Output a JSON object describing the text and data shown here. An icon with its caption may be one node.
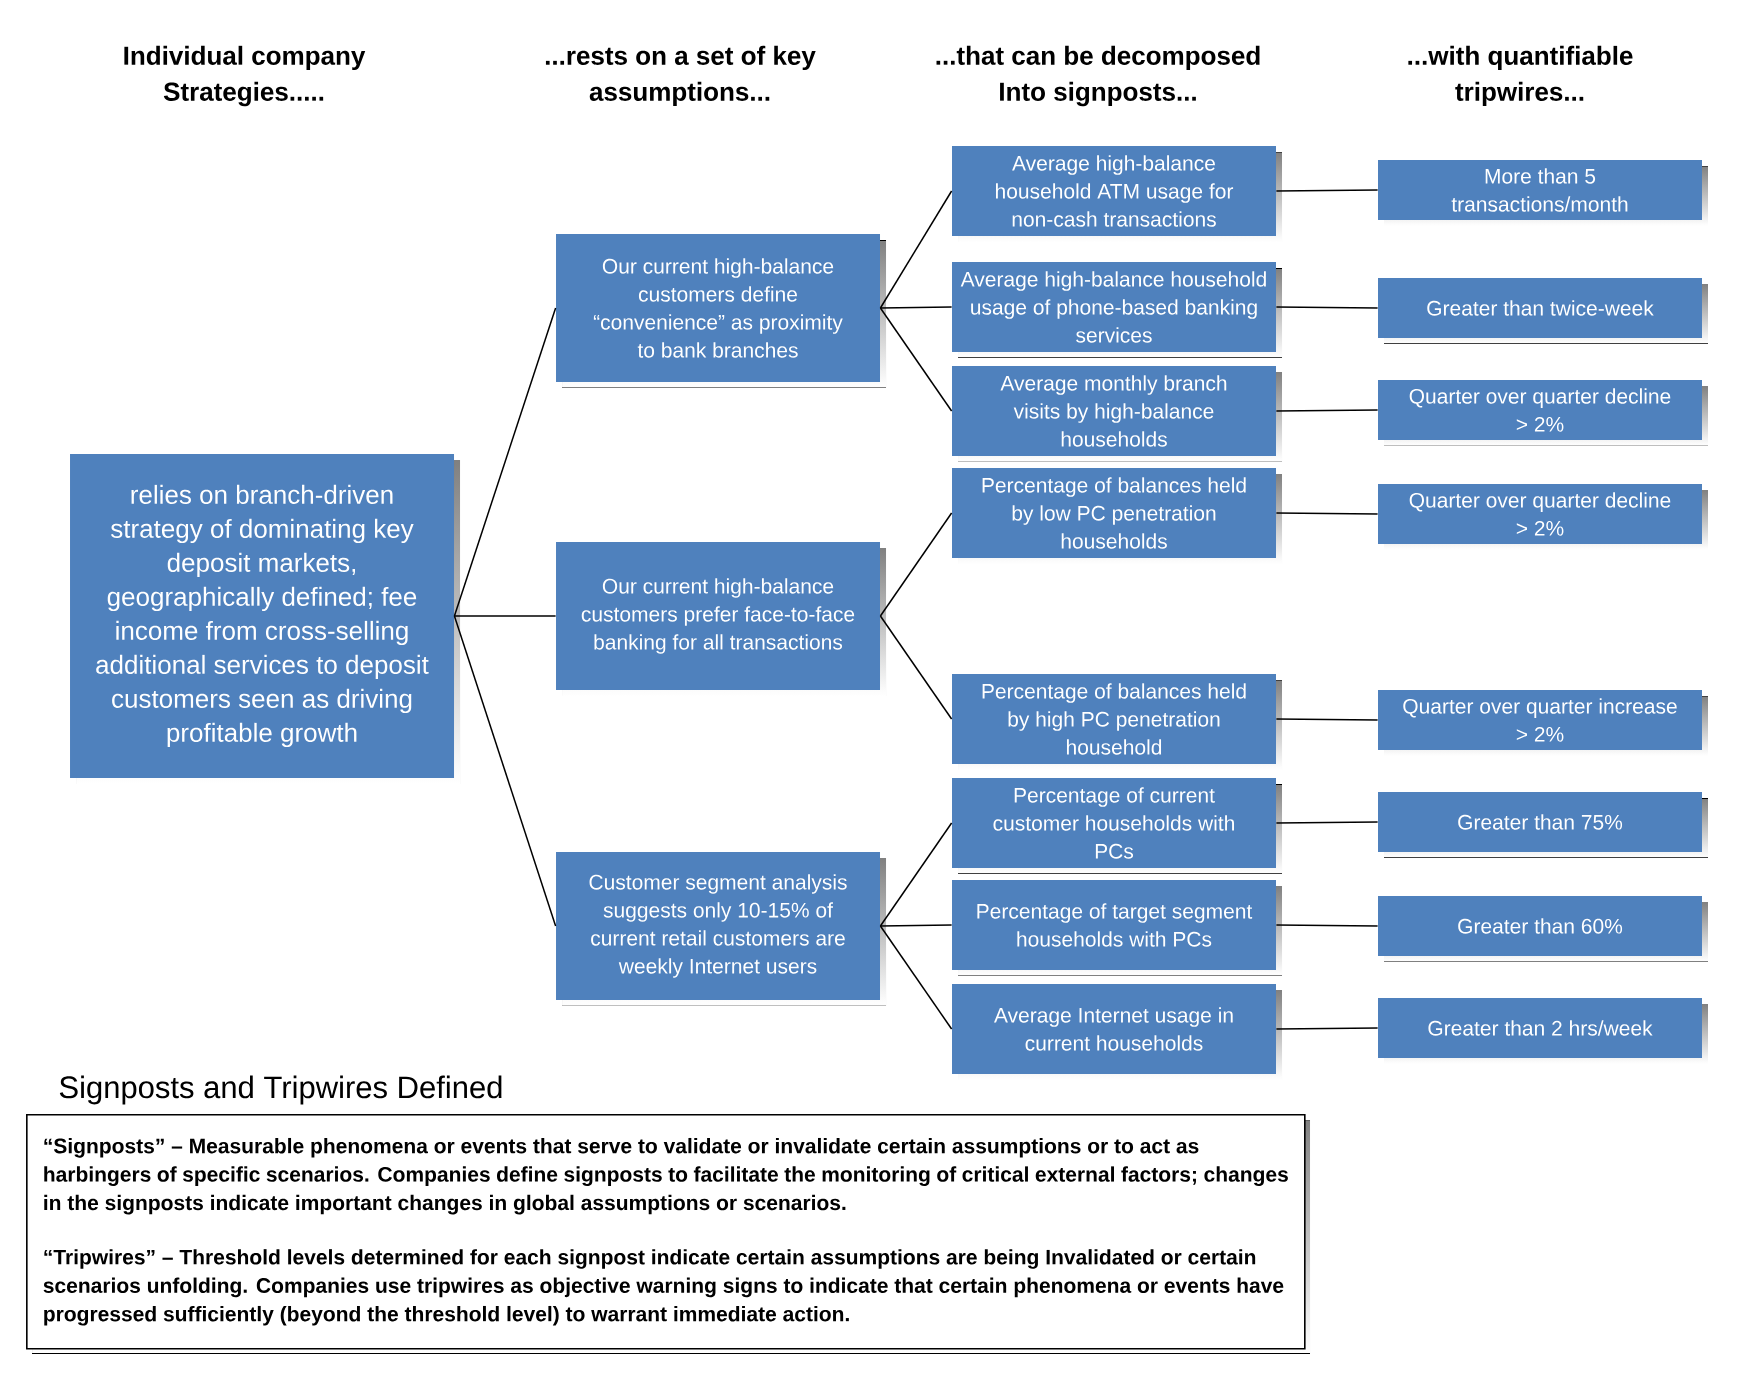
{
  "diagram": {
    "nodes": [
      {
        "text": [
          "relies on branch-driven strategy of dominating key deposit markets, geographically defined; fee income from cross-selling additional services to deposit customers seen as driving profitable growth"
        ]
      },
      {
        "text": [
          "Our current high-balance customers define “convenience” as proximity to bank branches"
        ]
      },
      {
        "text": [
          "Our current high-balance customers prefer face-to-face banking for all transactions"
        ]
      },
      {
        "text": [
          "Customer segment analysis suggests only 10-15% of current retail customers are weekly Internet users"
        ]
      },
      {
        "text": [
          "Average high-balance household ATM usage for non-cash transactions"
        ]
      },
      {
        "text": [
          "Average high-balance household usage of phone-based banking services"
        ]
      },
      {
        "text": [
          "Average monthly branch visits by high-balance households"
        ]
      },
      {
        "text": [
          "Percentage of balances held by low PC penetration households"
        ]
      },
      {
        "text": [
          "Percentage of balances held by high PC penetration household"
        ]
      },
      {
        "text": [
          "Percentage of current customer households with PCs"
        ]
      },
      {
        "text": [
          "Percentage of target segment households with PCs"
        ]
      },
      {
        "text": [
          "Average Internet usage in current households"
        ]
      },
      {
        "text": [
          "More than 5 transactions/month"
        ]
      },
      {
        "text": [
          "Greater than twice-week"
        ]
      },
      {
        "text": [
          "Quarter over quarter decline > 2%"
        ]
      },
      {
        "text": [
          "Quarter over quarter decline > 2%"
        ]
      },
      {
        "text": [
          "Quarter over quarter increase > 2%"
        ]
      },
      {
        "text": [
          "Greater than 75%"
        ]
      },
      {
        "text": [
          "Greater than 60%"
        ]
      },
      {
        "text": [
          "Greater than 2 hrs/week"
        ]
      },
      {
        "text": [
          "Signposts and Tripwires Defined",
          "“Signposts” – Measurable phenomena or events that serve to validate or invalidate certain assumptions or to act as harbingers of specific scenarios. Companies define signposts to facilitate the monitoring of critical external factors; changes in the signposts indicate important changes in global assumptions or scenarios.",
          "“Tripwires” – Threshold levels determined for each signpost indicate certain assumptions are being Invalidated or certain scenarios unfolding. Companies use tripwires as objective warning signs to indicate that certain phenomena or events have progressed sufficiently (beyond the threshold level) to warrant immediate action."
        ]
      }
    ],
    "edges": [
      {
        "from": 0,
        "to": 1,
        "arrow": "none"
      },
      {
        "from": 0,
        "to": 2,
        "arrow": "none"
      },
      {
        "from": 0,
        "to": 3,
        "arrow": "none"
      },
      {
        "from": 1,
        "to": 4,
        "arrow": "none"
      },
      {
        "from": 1,
        "to": 5,
        "arrow": "none"
      },
      {
        "from": 1,
        "to": 6,
        "arrow": "none"
      },
      {
        "from": 2,
        "to": 7,
        "arrow": "none"
      },
      {
        "from": 2,
        "to": 8,
        "arrow": "none"
      },
      {
        "from": 3,
        "to": 9,
        "arrow": "none"
      },
      {
        "from": 3,
        "to": 10,
        "arrow": "none"
      },
      {
        "from": 3,
        "to": 11,
        "arrow": "none"
      },
      {
        "from": 4,
        "to": 12,
        "arrow": "none"
      },
      {
        "from": 5,
        "to": 13,
        "arrow": "none"
      },
      {
        "from": 6,
        "to": 14,
        "arrow": "none"
      },
      {
        "from": 7,
        "to": 15,
        "arrow": "none"
      },
      {
        "from": 8,
        "to": 16,
        "arrow": "none"
      },
      {
        "from": 9,
        "to": 17,
        "arrow": "none"
      },
      {
        "from": 10,
        "to": 18,
        "arrow": "none"
      },
      {
        "from": 11,
        "to": 19,
        "arrow": "none"
      }
    ],
    "labels": [
      "Individual company Strategies.....",
      "...rests on a set of key assumptions...",
      "...that can be decomposed Into signposts...",
      "...with quantifiable tripwires..."
    ]
  }
}
